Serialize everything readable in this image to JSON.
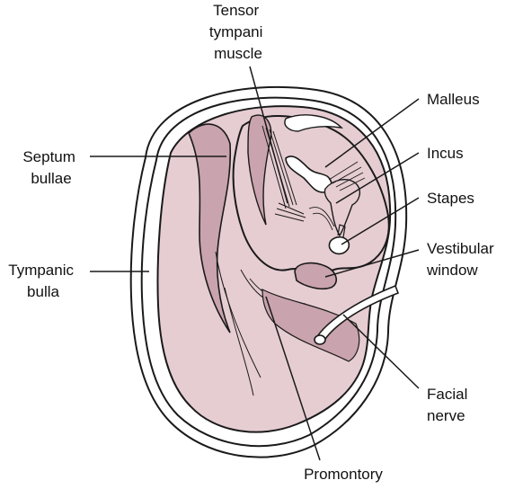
{
  "labels": {
    "tensor_tympani": [
      "Tensor",
      "tympani",
      "muscle"
    ],
    "septum_bullae": [
      "Septum",
      "bullae"
    ],
    "tympanic_bulla": [
      "Tympanic",
      "bulla"
    ],
    "malleus": [
      "Malleus"
    ],
    "incus": [
      "Incus"
    ],
    "stapes": [
      "Stapes"
    ],
    "vestibular_window": [
      "Vestibular",
      "window"
    ],
    "facial_nerve": [
      "Facial",
      "nerve"
    ],
    "promontory": [
      "Promontory"
    ]
  },
  "colors": {
    "tissue_fill": "#e6cdd2",
    "tissue_shade": "#c9a3ad",
    "outline": "#1a1a1a",
    "background": "#ffffff"
  }
}
